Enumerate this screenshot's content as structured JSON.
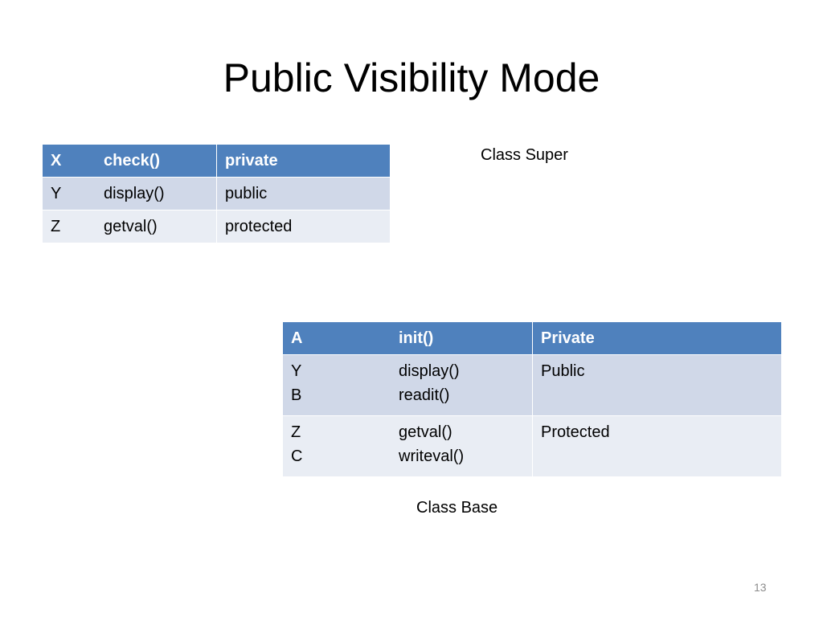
{
  "slide": {
    "title": "Public Visibility Mode",
    "number": "13"
  },
  "super_table": {
    "caption": "Class Super",
    "rows": [
      {
        "var": "X",
        "method": "check()",
        "access": "private"
      },
      {
        "var": "Y",
        "method": "display()",
        "access": "public"
      },
      {
        "var": "Z",
        "method": "getval()",
        "access": "protected"
      }
    ]
  },
  "base_table": {
    "caption": "Class Base",
    "header": {
      "var": "A",
      "method": "init()",
      "access": "Private"
    },
    "rows": [
      {
        "lines": [
          {
            "var": "Y",
            "method": "display()"
          },
          {
            "var": "B",
            "method": "readit()"
          }
        ],
        "access": "Public"
      },
      {
        "lines": [
          {
            "var": "Z",
            "method": "getval()"
          },
          {
            "var": "C",
            "method": "writeval()"
          }
        ],
        "access": "Protected"
      }
    ]
  },
  "colors": {
    "header_bg": "#4f81bd",
    "band_dark": "#d0d8e8",
    "band_light": "#e9edf4"
  }
}
